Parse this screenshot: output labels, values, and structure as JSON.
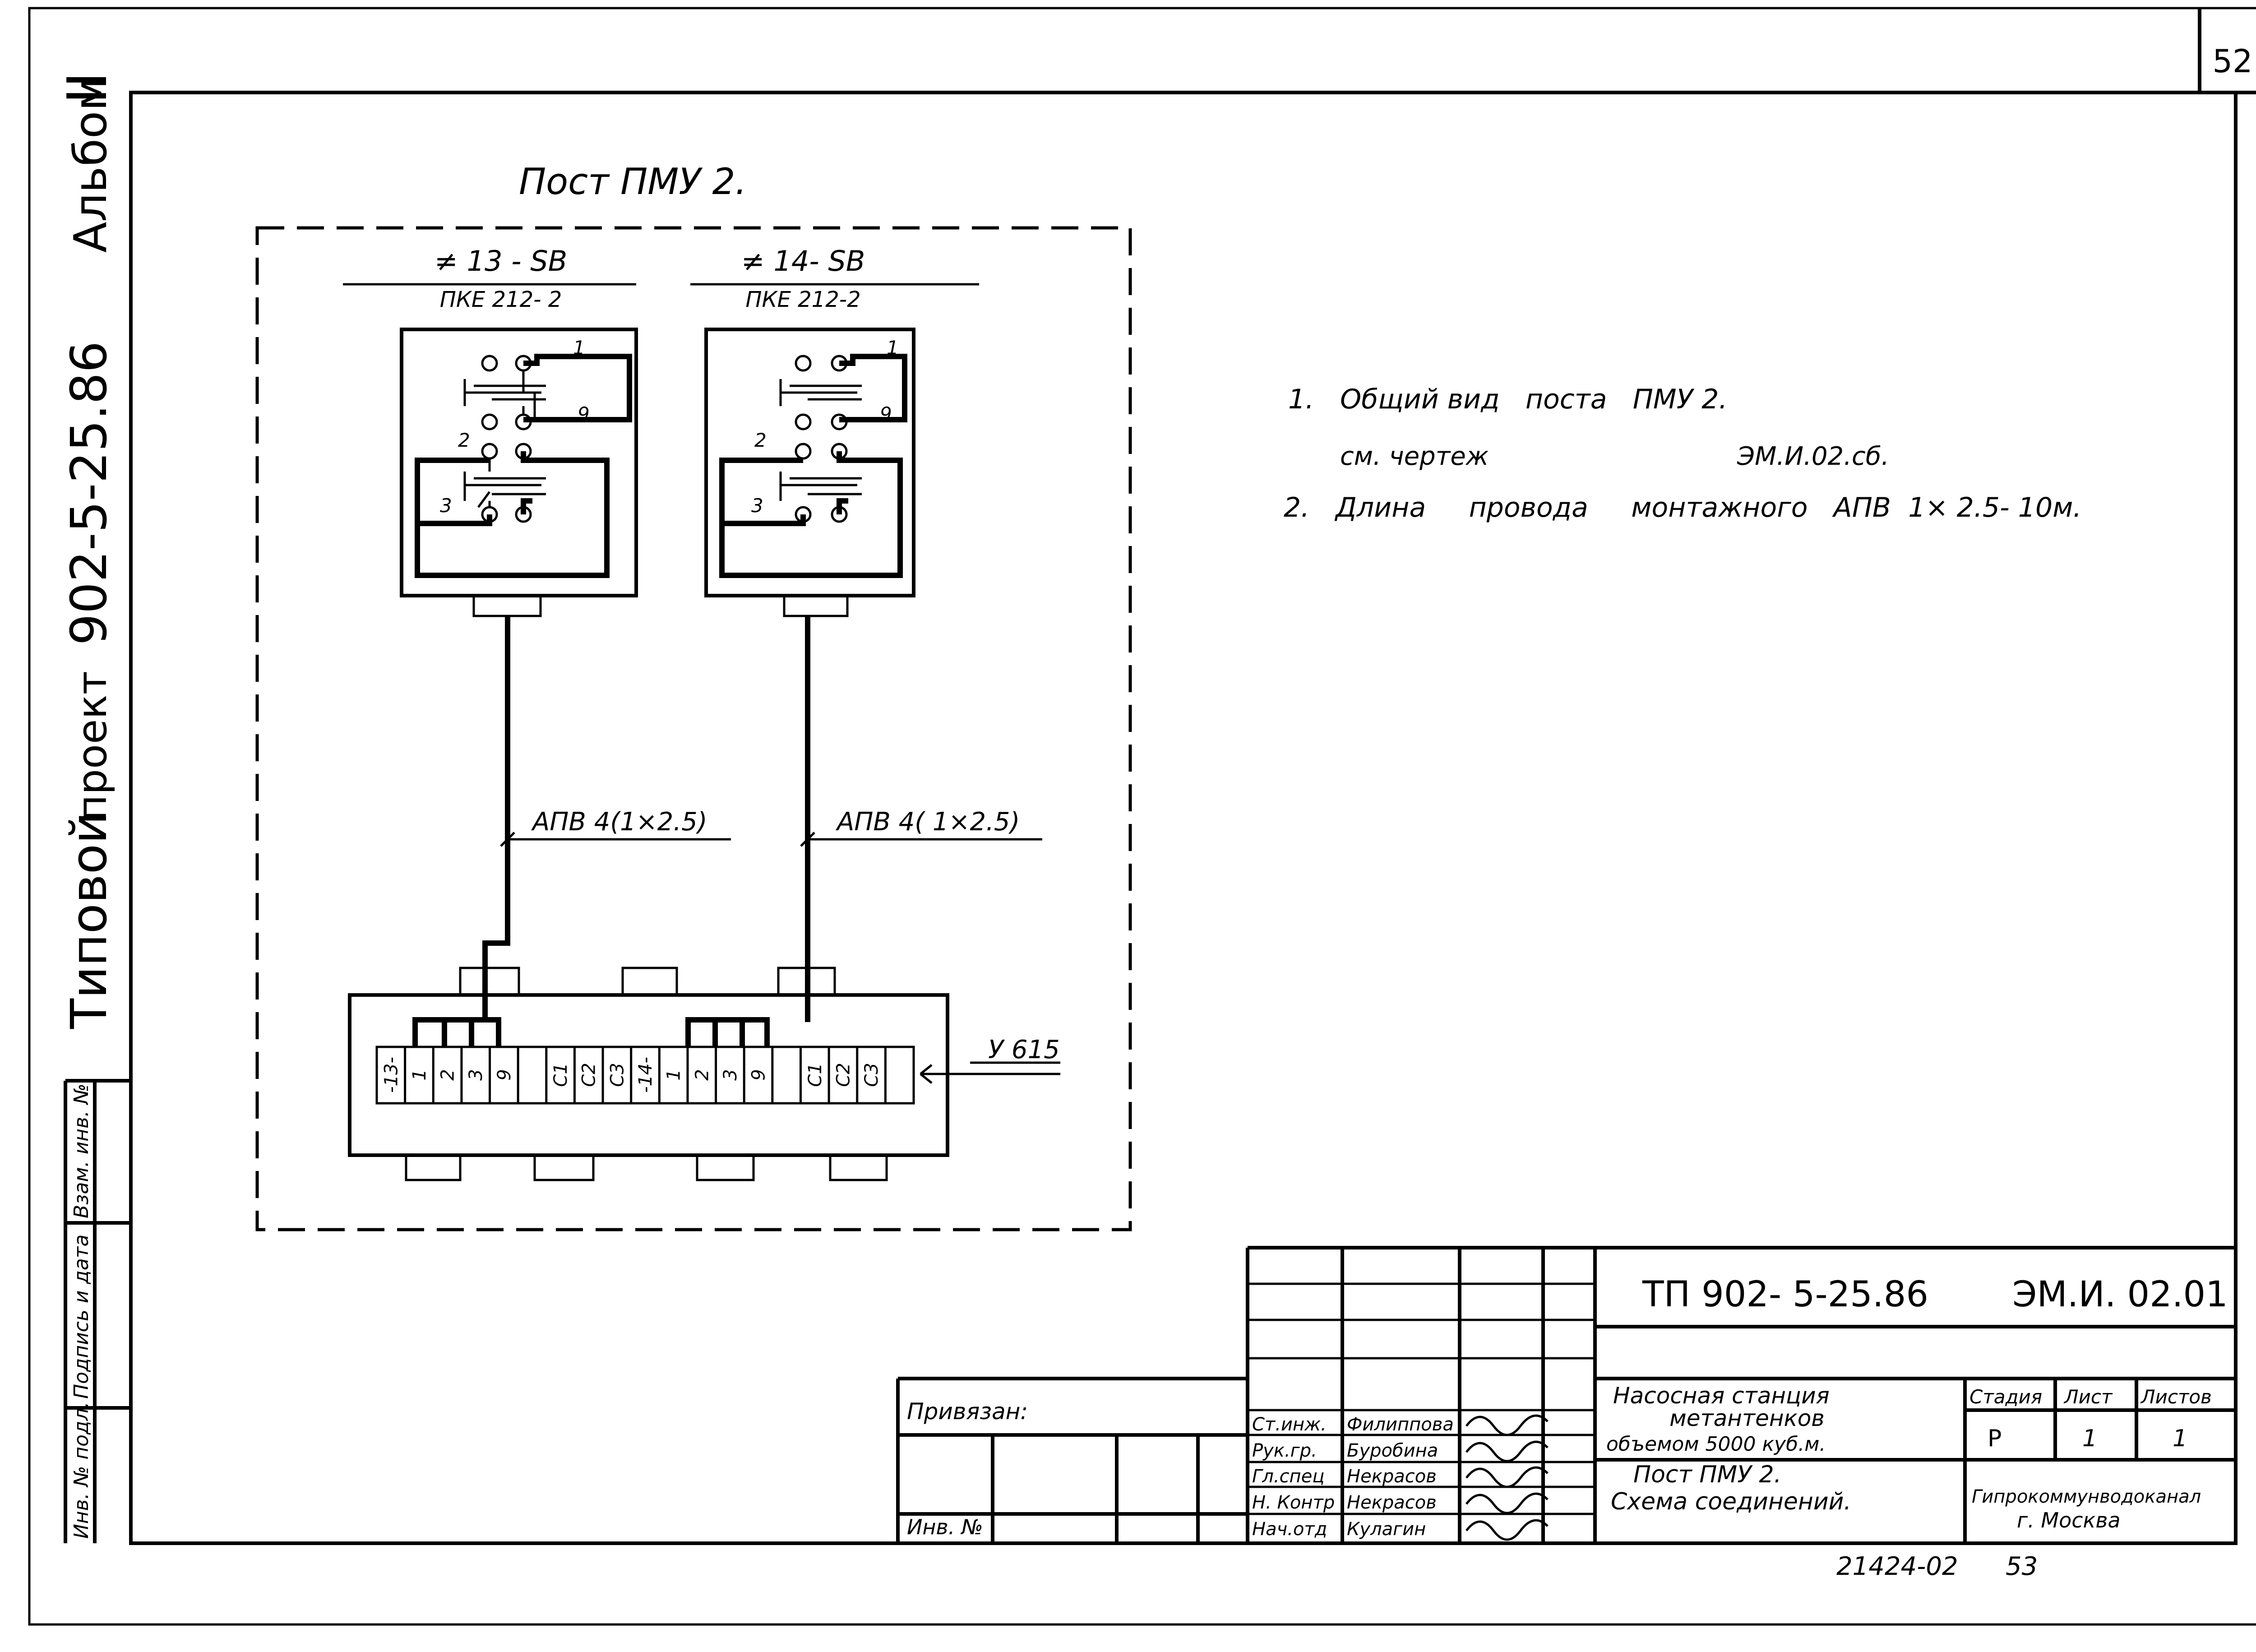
{
  "sheet_number": "52",
  "side_title": {
    "part1": "Типовой",
    "part2": "проект",
    "part3": "902-5-25.86",
    "album": "Альбом",
    "album_no": "II"
  },
  "left_strip": {
    "inv_podl": "Инв. № подл.",
    "sign_date": "Подпись и дата",
    "vzam_inv": "Взам. инв. №"
  },
  "post_title": "Пост  ПМУ 2.",
  "buttons": [
    {
      "tag": "≠ 13 - SB",
      "type": "ПКЕ 212- 2",
      "wire_label": "АПВ 4(1×2.5)"
    },
    {
      "tag": "≠ 14- SB",
      "type": "ПКЕ 212-2",
      "wire_label": "АПВ 4( 1×2.5)"
    }
  ],
  "contact_numbers": [
    "1",
    "9",
    "2",
    "3"
  ],
  "terminal_block": {
    "label": "У 615",
    "terminals": [
      "-13-",
      "1",
      "2",
      "3",
      "9",
      "",
      "C1",
      "C2",
      "C3",
      "-14-",
      "1",
      "2",
      "3",
      "9",
      "",
      "C1",
      "C2",
      "C3",
      ""
    ]
  },
  "notes": [
    {
      "num": "1.",
      "text": "Общий вид   поста   ПМУ 2."
    },
    {
      "num": "",
      "text": "см. чертеж",
      "ref": "ЭМ.И.02.сб."
    },
    {
      "num": "2.",
      "text": "Длина     провода     монтажного   АПВ  1× 2.5- 10м."
    }
  ],
  "title_block": {
    "project_code": "ТП 902- 5-25.86",
    "doc_code": "ЭМ.И. 02.01",
    "object_line1": "Насосная  станция",
    "object_line2": "метантенков",
    "object_line3": "объемом    5000  куб.м.",
    "sheet_title1": "Пост   ПМУ 2.",
    "sheet_title2": "Схема    соединений.",
    "stage_h": "Стадия",
    "sheet_h": "Лист",
    "sheets_h": "Листов",
    "stage": "Р",
    "sheet": "1",
    "sheets": "1",
    "org1": "Гипрокоммунводоканал",
    "org2": "г. Москва",
    "bound": "Привязан:",
    "inv": "Инв. №",
    "roles": [
      {
        "role": "Ст.инж.",
        "name": "Филиппова"
      },
      {
        "role": "Рук.гр.",
        "name": "Буробина"
      },
      {
        "role": "Гл.спец",
        "name": "Некрасов"
      },
      {
        "role": "Н. Контр",
        "name": "Некрасов"
      },
      {
        "role": "Нач.отд",
        "name": "Кулагин"
      }
    ]
  },
  "footer_number": "21424-02",
  "footer_page": "53"
}
